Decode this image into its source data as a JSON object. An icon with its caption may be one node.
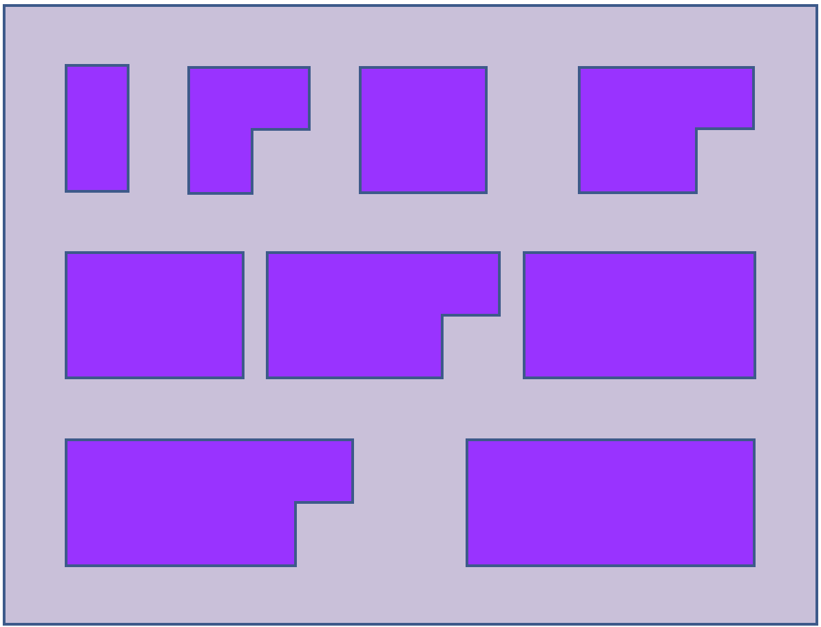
{
  "diagram": {
    "nodes": [
      {
        "text": [],
        "shape": "box"
      },
      {
        "text": [],
        "shape": "box",
        "in": 0
      },
      {
        "text": [],
        "shape": "polygon",
        "in": 0
      },
      {
        "text": [],
        "shape": "box",
        "in": 0
      },
      {
        "text": [],
        "shape": "polygon",
        "in": 0
      },
      {
        "text": [],
        "shape": "box",
        "in": 0
      },
      {
        "text": [],
        "shape": "polygon",
        "in": 0
      },
      {
        "text": [],
        "shape": "box",
        "in": 0
      },
      {
        "text": [],
        "shape": "polygon",
        "in": 0
      },
      {
        "text": [],
        "shape": "box",
        "in": 0
      }
    ]
  }
}
